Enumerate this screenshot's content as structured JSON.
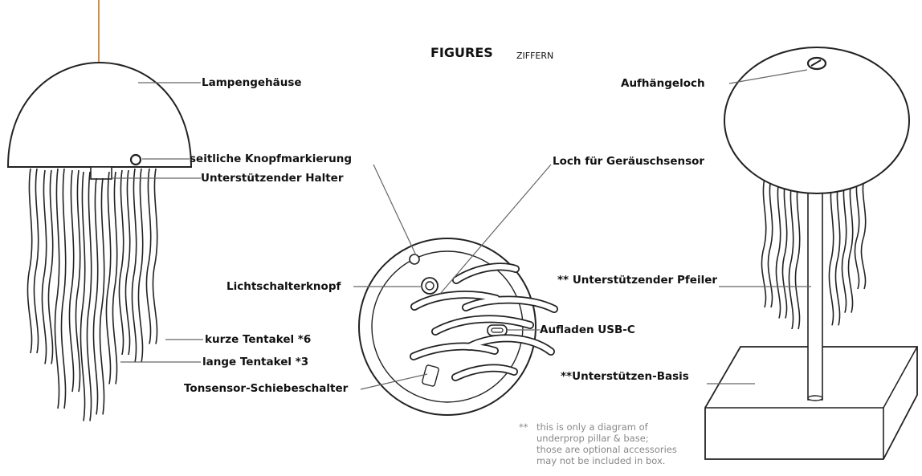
{
  "title": {
    "main": "FIGURES",
    "sub": "ZIFFERN"
  },
  "labels": {
    "housing": "Lampengehäuse",
    "side_button_marker": "seitliche Knopfmarkierung",
    "support_holder": "Unterstützender Halter",
    "short_tentacles": "kurze Tentakel *6",
    "long_tentacles": "lange Tentakel *3",
    "hanging_hole": "Aufhängeloch",
    "sound_sensor_hole": "Loch für Geräuschsensor",
    "light_switch_button": "Lichtschalterknopf",
    "support_pillar": "** Unterstützender Pfeiler",
    "usb_c": "Aufladen USB-C",
    "support_base": "**Unterstützen-Basis",
    "sound_sensor_switch": "Tonsensor-Schiebeschalter"
  },
  "note": {
    "marker": "**",
    "lines": [
      "this is only a diagram of",
      "underprop pillar & base;",
      "those are optional accessories",
      "may not be included in box."
    ]
  },
  "colors": {
    "hanging_cord": "#c8915a",
    "line": "#222222",
    "note_text": "#888888"
  }
}
